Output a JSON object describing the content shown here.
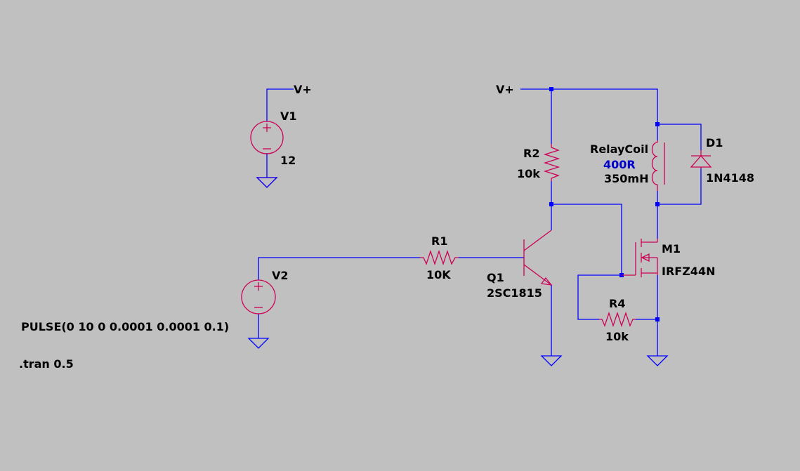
{
  "colors": {
    "background": "#c0c0c0",
    "wire": "#0000ff",
    "component": "#cc0055",
    "label": "#000000",
    "value_highlight": "#0000cc",
    "junction": "#0000ff"
  },
  "labels": {
    "v1_net": "V+",
    "v1_name": "V1",
    "v1_value": "12",
    "vplus_top": "V+",
    "r2_name": "R2",
    "r2_value": "10k",
    "relay_name": "RelayCoil",
    "relay_resistance": "400R",
    "relay_inductance": "350mH",
    "d1_name": "D1",
    "d1_value": "1N4148",
    "r1_name": "R1",
    "r1_value": "10K",
    "v2_name": "V2",
    "q1_name": "Q1",
    "q1_value": "2SC1815",
    "m1_name": "M1",
    "m1_value": "IRFZ44N",
    "r4_name": "R4",
    "r4_value": "10k",
    "pulse_directive": "PULSE(0 10 0 0.0001 0.0001 0.1)",
    "tran_directive": ".tran 0.5"
  }
}
